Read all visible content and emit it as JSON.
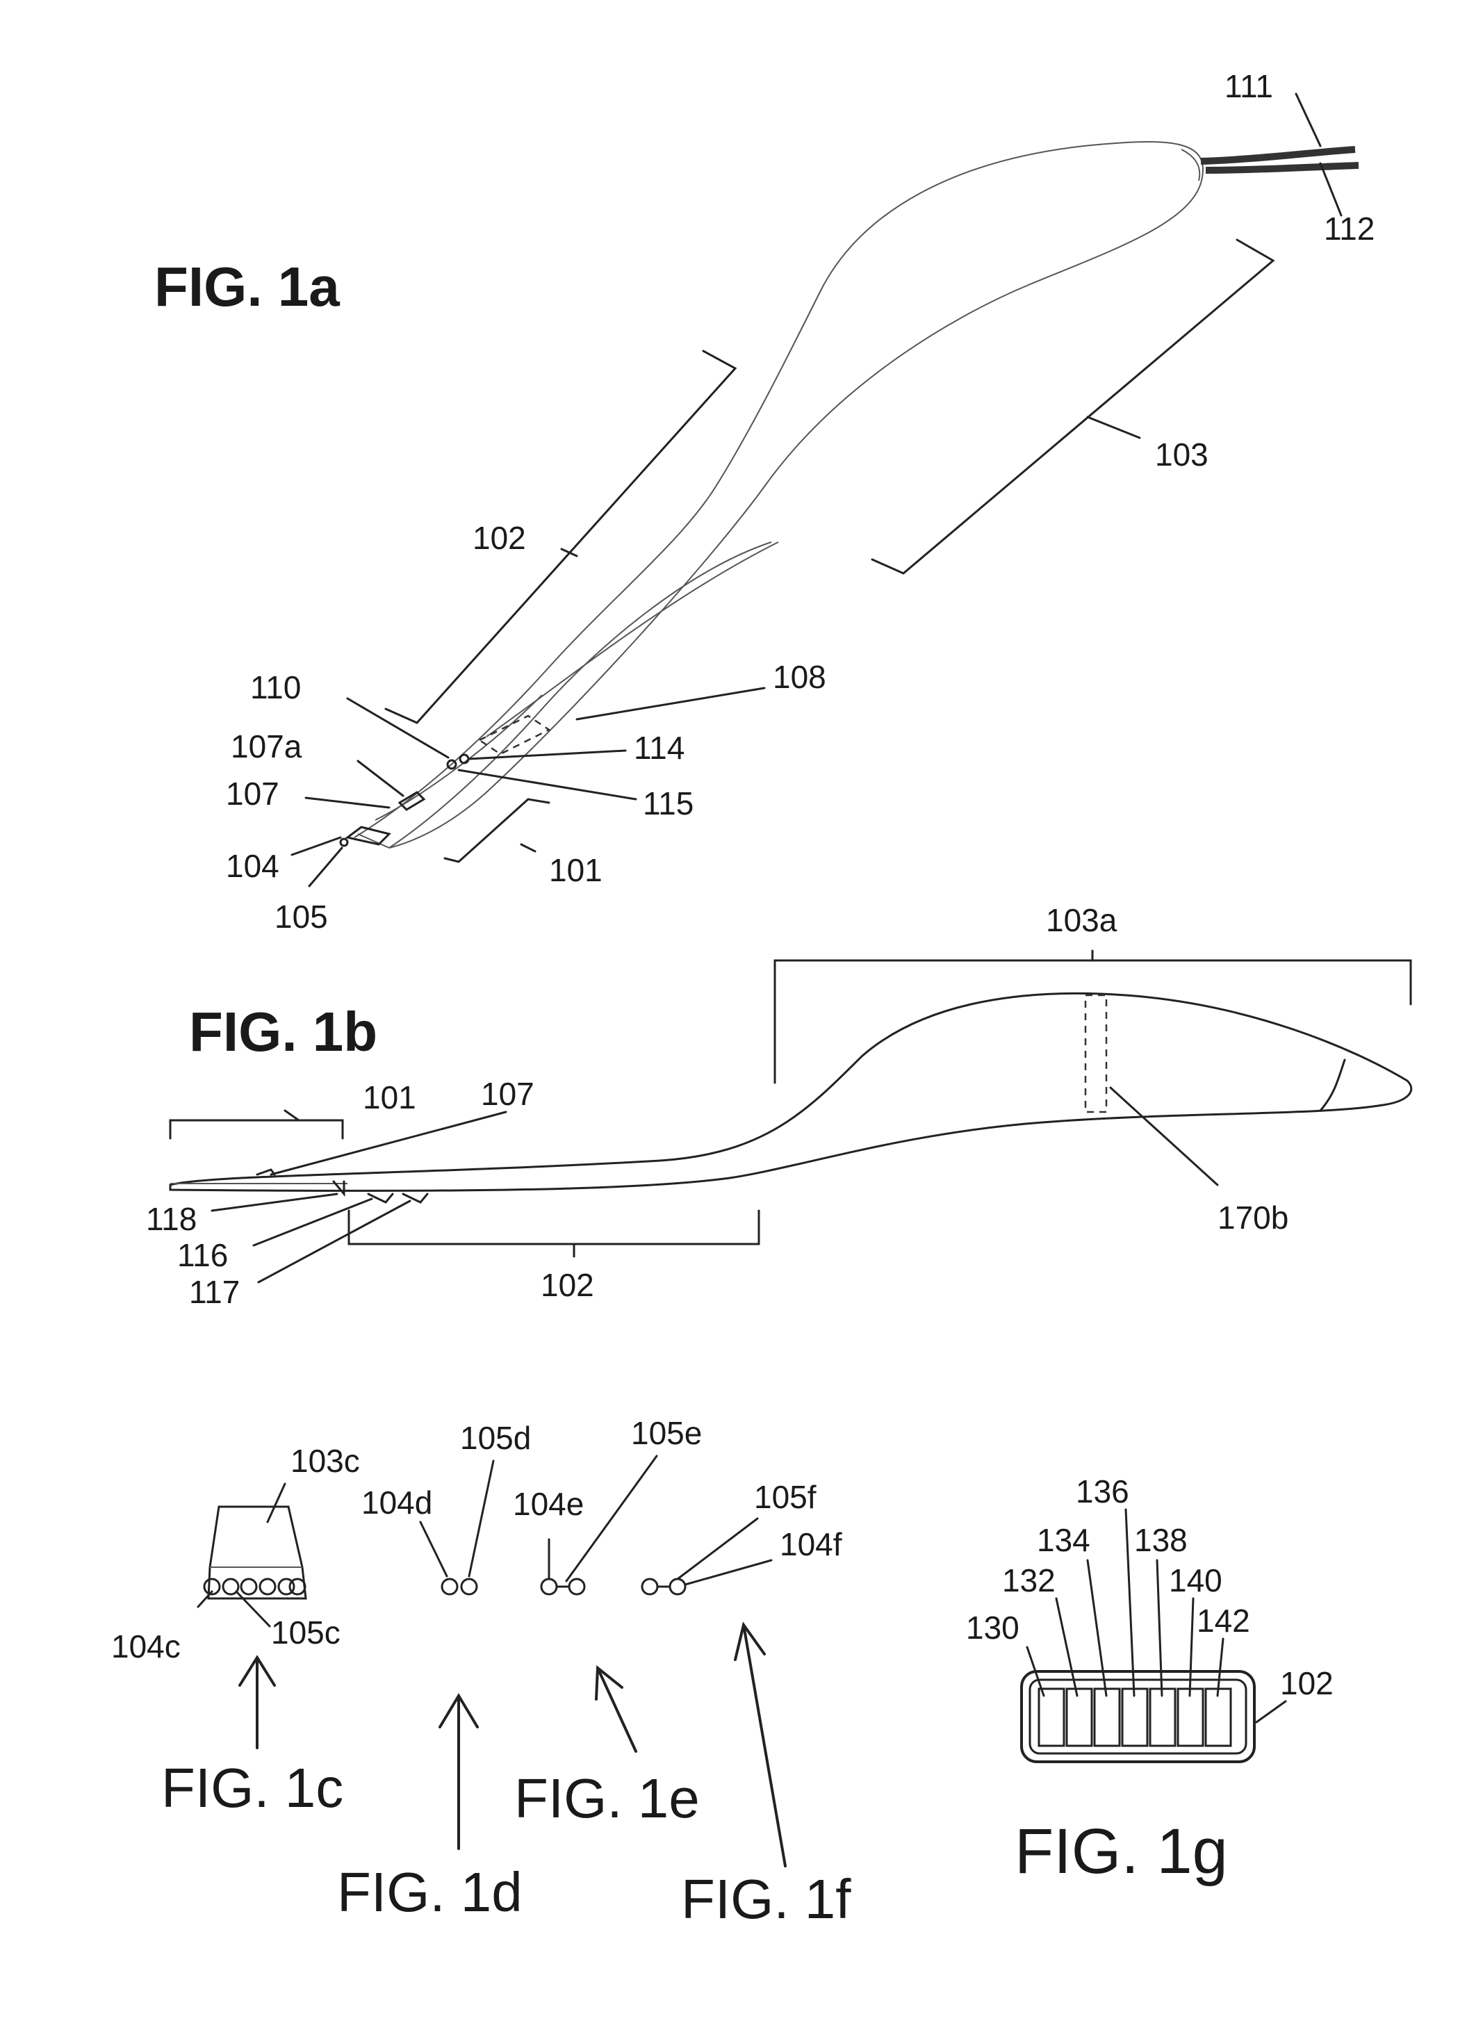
{
  "figures": {
    "fig1a": {
      "title": "FIG. 1a",
      "refs": [
        "111",
        "112",
        "103",
        "102",
        "108",
        "110",
        "107a",
        "114",
        "107",
        "115",
        "104",
        "101",
        "105"
      ]
    },
    "fig1b": {
      "title": "FIG. 1b",
      "refs": [
        "103a",
        "101",
        "107",
        "118",
        "116",
        "117",
        "102",
        "170b"
      ]
    },
    "fig1c": {
      "title": "FIG. 1c",
      "refs": [
        "103c",
        "104c",
        "105c"
      ]
    },
    "fig1d": {
      "title": "FIG. 1d",
      "refs": [
        "104d",
        "105d"
      ]
    },
    "fig1e": {
      "title": "FIG. 1e",
      "refs": [
        "104e",
        "105e"
      ]
    },
    "fig1f": {
      "title": "FIG. 1f",
      "refs": [
        "105f",
        "104f"
      ]
    },
    "fig1g": {
      "title": "FIG. 1g",
      "refs": [
        "130",
        "132",
        "134",
        "136",
        "138",
        "140",
        "142",
        "102"
      ]
    }
  }
}
